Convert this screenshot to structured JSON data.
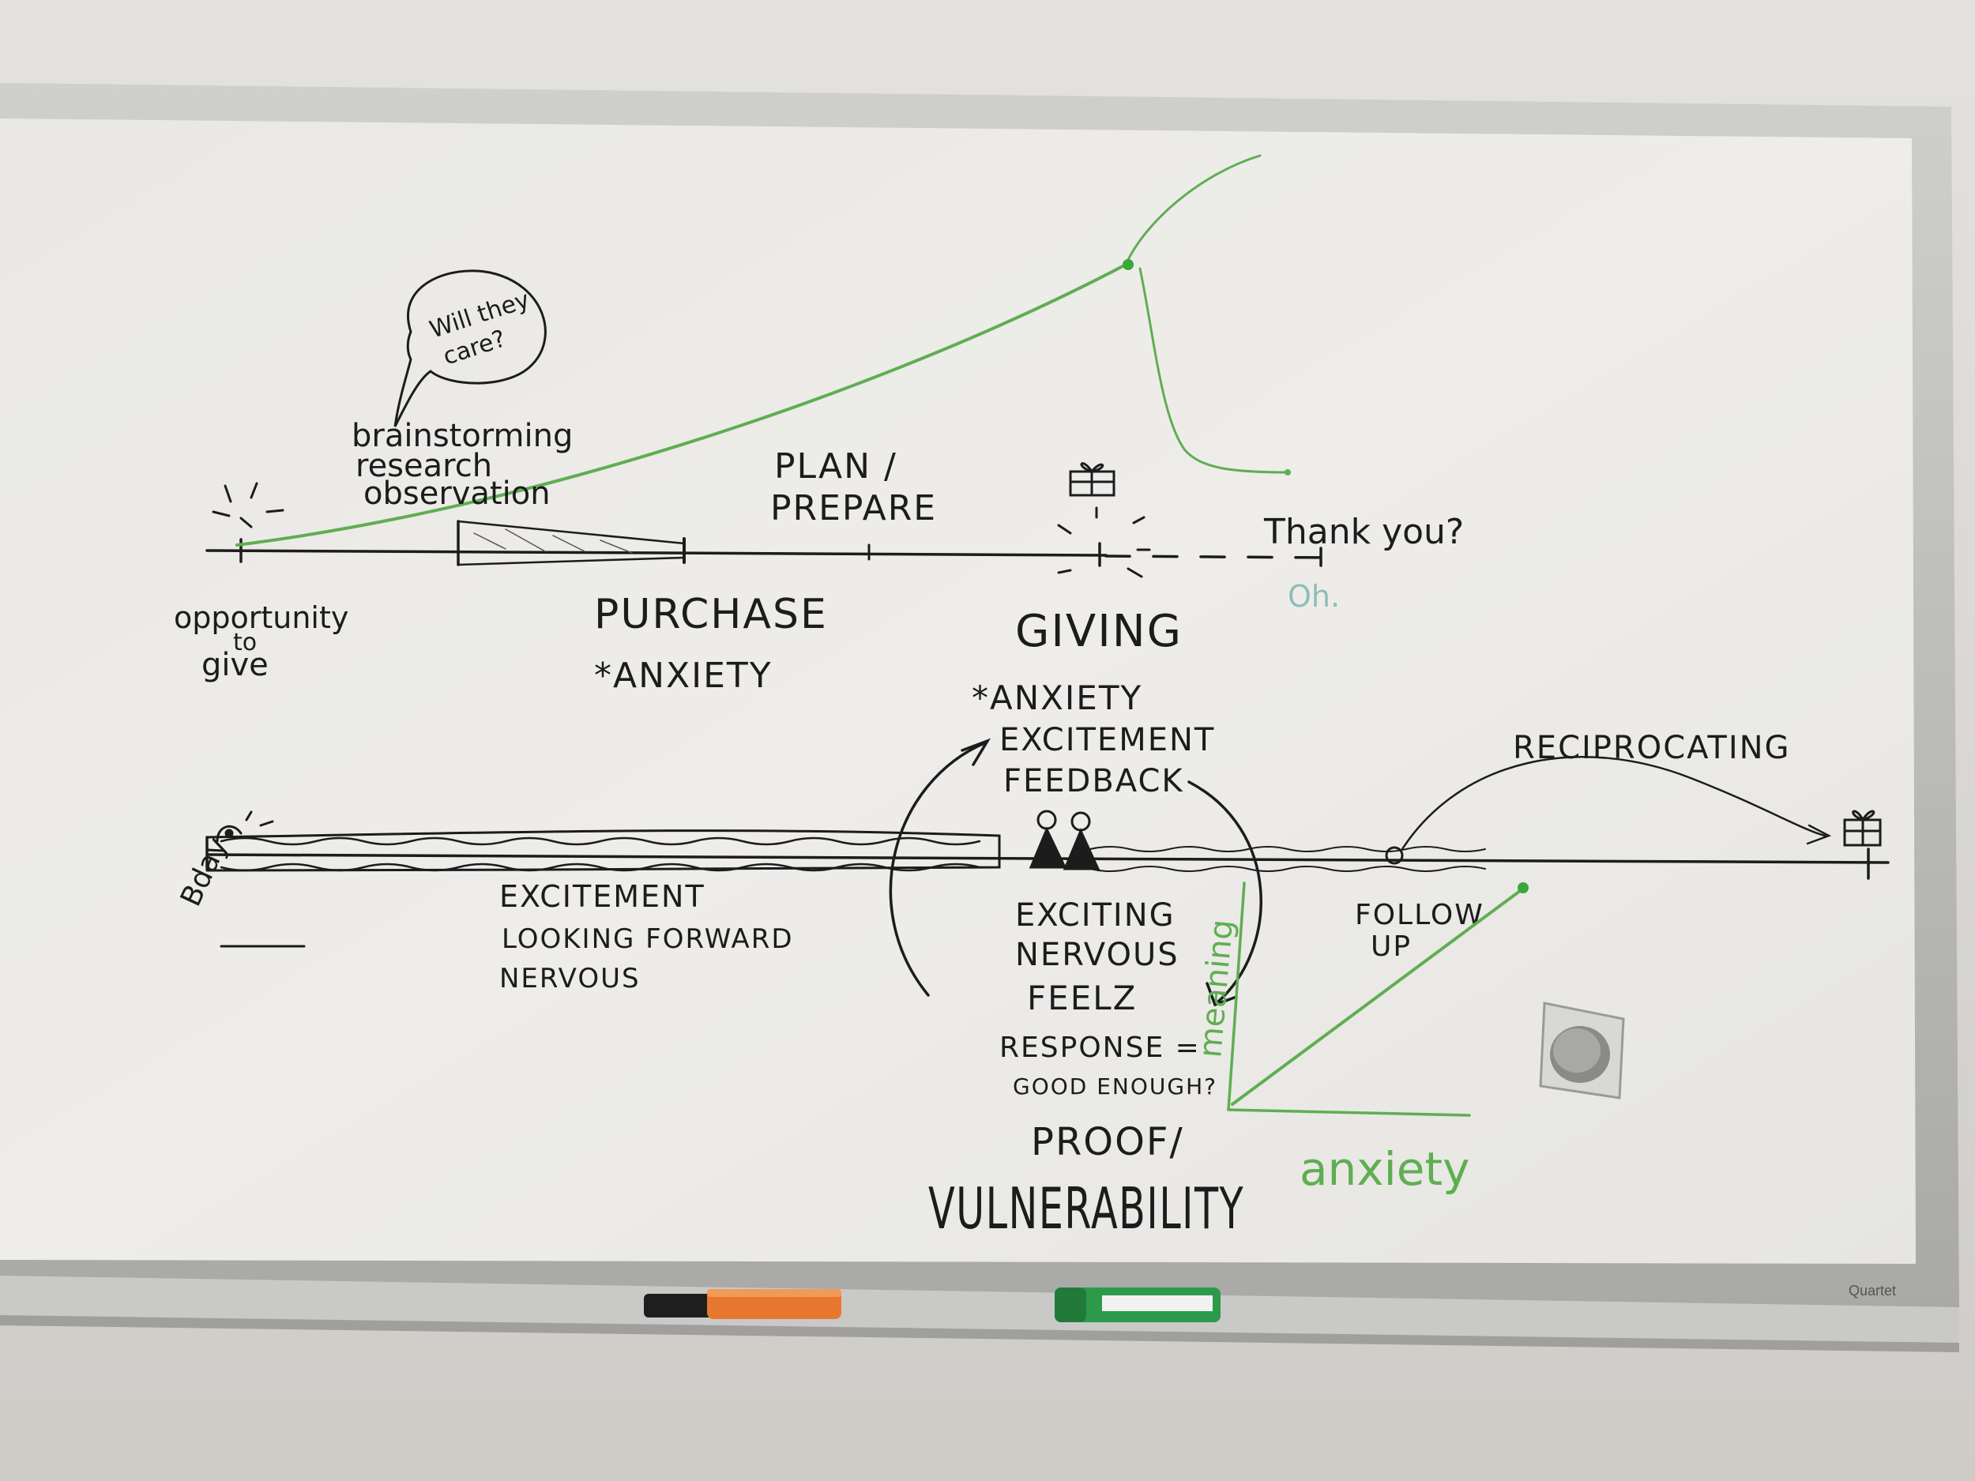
{
  "colors": {
    "wall": "#d6d3cf",
    "board": "#ecebe8",
    "frame": "#b9b9b7",
    "ink_black": "#1c1c1c",
    "ink_green": "#5fae52",
    "ink_teal": "#8fbdb8",
    "marker_orange": "#e8782f",
    "marker_green": "#2c9a4a"
  },
  "icons": [
    "gift-icon",
    "speech-bubble-icon",
    "person-icon",
    "sparkle-icon",
    "magnet-eraser-icon"
  ],
  "top_timeline": {
    "bubble": "Will they care?",
    "bubble_line1": "Will they",
    "bubble_line2": "care?",
    "brainstorm": [
      "brainstorming",
      "research",
      "observation"
    ],
    "plan": [
      "PLAN /",
      "PREPARE"
    ],
    "thank_you": "Thank you?",
    "oh": "Oh.",
    "opportunity": [
      "opportunity",
      "to",
      "give"
    ],
    "purchase": "PURCHASE",
    "purchase_anxiety": "*ANXIETY",
    "giving": "GIVING",
    "giving_notes": [
      "*ANXIETY",
      "EXCITEMENT",
      "FEEDBACK"
    ]
  },
  "bottom_timeline": {
    "bday": "Bday",
    "phase_notes": [
      "EXCITEMENT",
      "LOOKING FORWARD",
      "NERVOUS"
    ],
    "center_notes": [
      "EXCITING",
      "NERVOUS",
      "FEELZ"
    ],
    "response": [
      "RESPONSE =",
      "GOOD ENOUGH?"
    ],
    "proof": "PROOF/",
    "vulnerability": "VULNERABILITY",
    "reciprocating": "RECIPROCATING",
    "follow_up": [
      "FOLLOW",
      "UP"
    ]
  },
  "mini_chart": {
    "x_label": "anxiety",
    "y_label": "meaning"
  },
  "tray": {
    "brand": "Quartet"
  }
}
